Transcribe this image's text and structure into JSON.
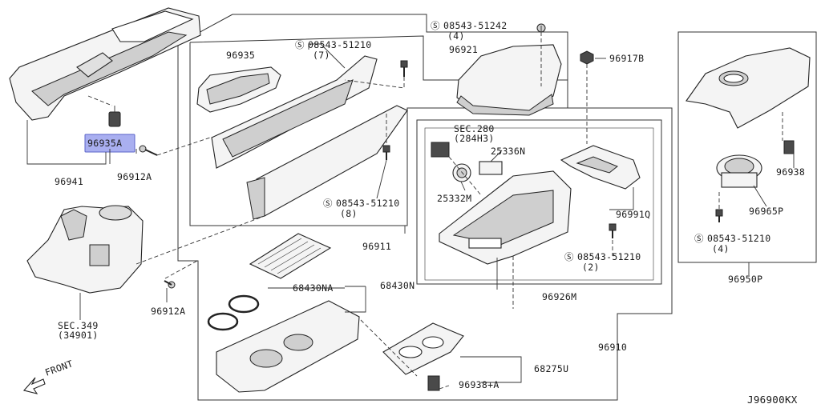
{
  "diagram": {
    "code": "J96900KX",
    "labels": {
      "l96935A": "96935A",
      "l96912A_top": "96912A",
      "l96941": "96941",
      "l96935": "96935",
      "s51210_a": "08543-51210",
      "s51210_a_qty": "(7)",
      "s51242": "08543-51242",
      "s51242_qty": "(4)",
      "l96921": "96921",
      "l96917B": "96917B",
      "sec280": "SEC.280",
      "sec280_sub": "(284H3)",
      "l25336N": "25336N",
      "l25332M": "25332M",
      "s51210_b": "08543-51210",
      "s51210_b_qty": "(8)",
      "l96991Q": "96991Q",
      "l96911": "96911",
      "s51210_c": "08543-51210",
      "s51210_c_qty": "(2)",
      "l96926M": "96926M",
      "l68430NA": "68430NA",
      "l68430N": "68430N",
      "l96912A_bot": "96912A",
      "sec349": "SEC.349",
      "sec349_sub": "(34901)",
      "front": "FRONT",
      "l96910": "96910",
      "l68275U": "68275U",
      "l96938A": "96938+A",
      "l96938": "96938",
      "l96965P": "96965P",
      "s51210_d": "08543-51210",
      "s51210_d_qty": "(4)",
      "l96950P": "96950P"
    },
    "highlight_color": "#a9aff0"
  }
}
